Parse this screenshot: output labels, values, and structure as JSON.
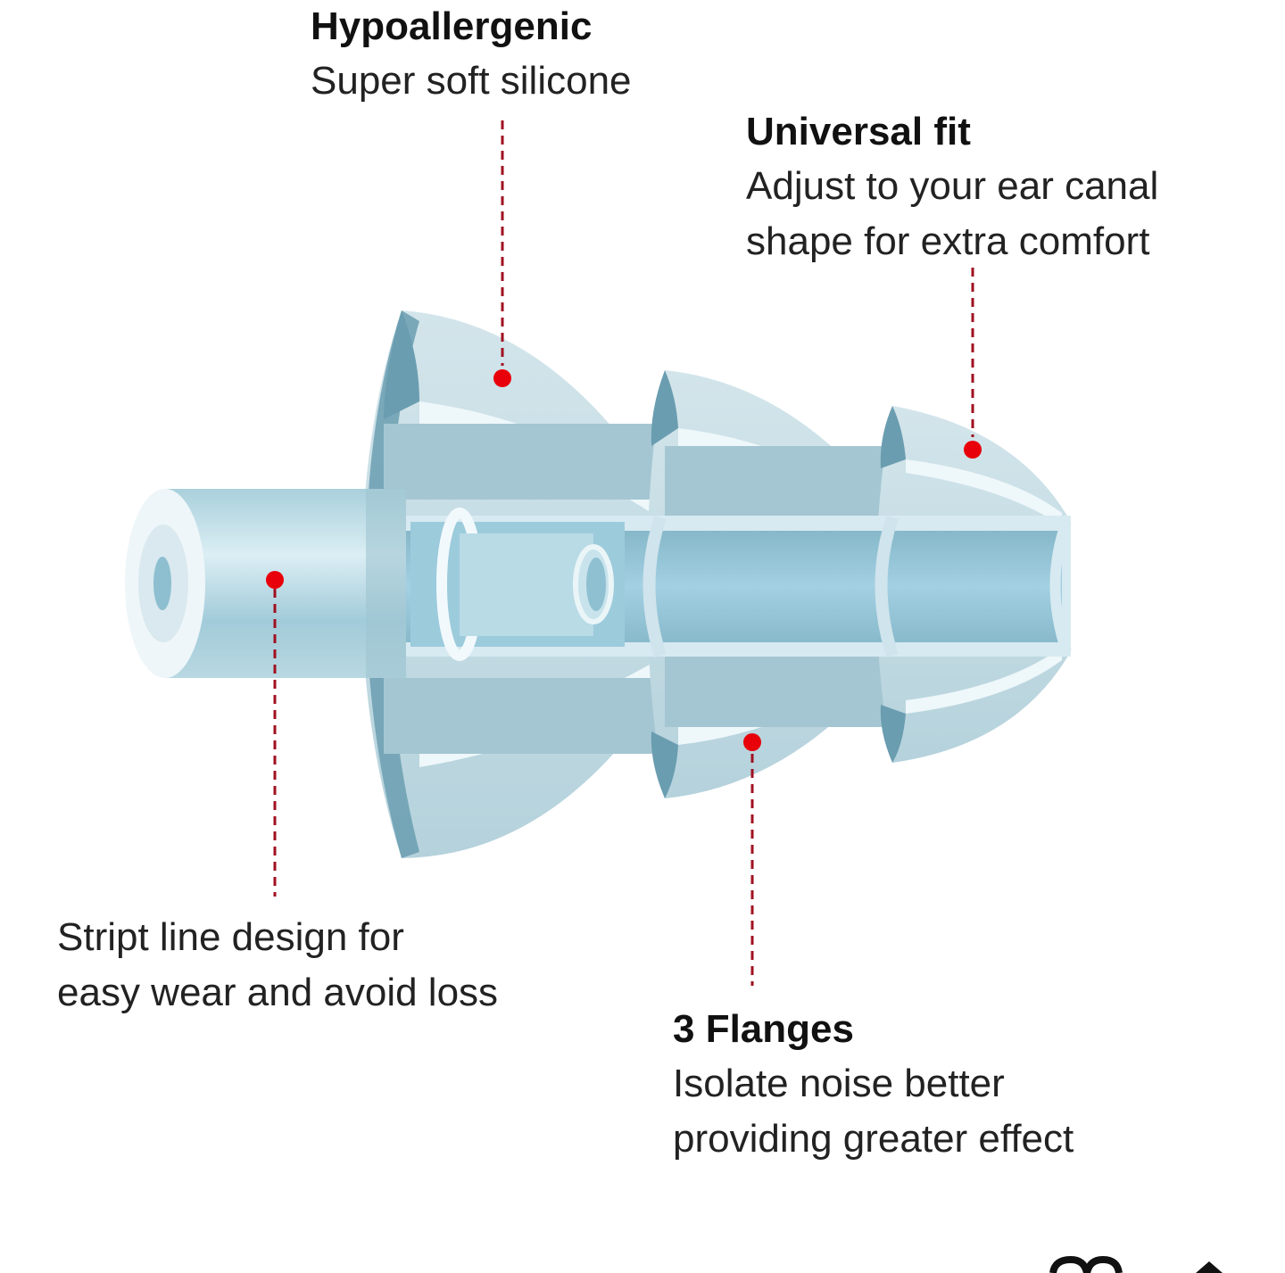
{
  "callouts": {
    "hypoallergenic": {
      "title": "Hypoallergenic",
      "lines": [
        "Super soft silicone"
      ]
    },
    "universal_fit": {
      "title": "Universal fit",
      "lines": [
        "Adjust to your ear canal",
        "shape for extra comfort"
      ]
    },
    "stript_line": {
      "title": "",
      "lines": [
        "Stript line design for",
        "easy wear and avoid loss"
      ]
    },
    "flanges": {
      "title": "3 Flanges",
      "lines": [
        "Isolate noise better",
        "providing greater effect"
      ]
    }
  },
  "colors": {
    "marker_red": "#e8000a",
    "leader_line": "#a01020",
    "silicone_light": "#d4e6ec",
    "silicone_mid": "#a9cbd7",
    "silicone_dark": "#6a9db0",
    "core_blue": "#9ccbdc",
    "text_dark": "#111111"
  },
  "bottom_icons": [
    "link-icon",
    "up-arrow-icon"
  ]
}
